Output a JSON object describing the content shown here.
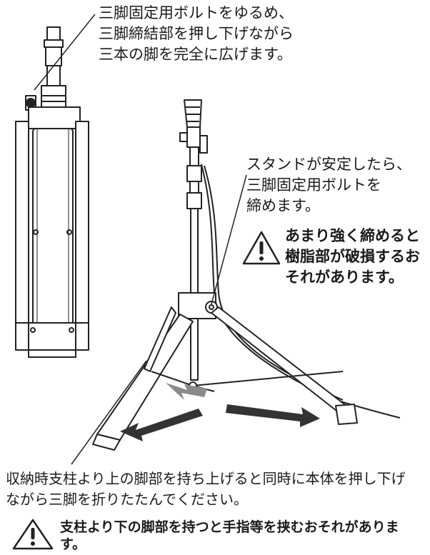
{
  "top_instruction": [
    "三脚固定用ボルトをゆるめ、",
    "三脚締結部を押し下げながら",
    "三本の脚を完全に広げます。"
  ],
  "tighten_instruction": [
    "スタンドが安定したら、",
    "三脚固定用ボルトを",
    "締めます。"
  ],
  "tighten_warning": [
    "あまり強く締めると",
    "樹脂部が破損するお",
    "それがあります。"
  ],
  "fold_instruction": [
    "収納時支柱より上の脚部を持ち上げると同時に本体を押し下げ",
    "ながら三脚を折りたたんでください。"
  ],
  "bottom_warning": [
    "支柱より下の脚部を持つと手指等を挟むおそれがありま",
    "す。"
  ],
  "icons": [
    "warning-triangle-icon"
  ]
}
